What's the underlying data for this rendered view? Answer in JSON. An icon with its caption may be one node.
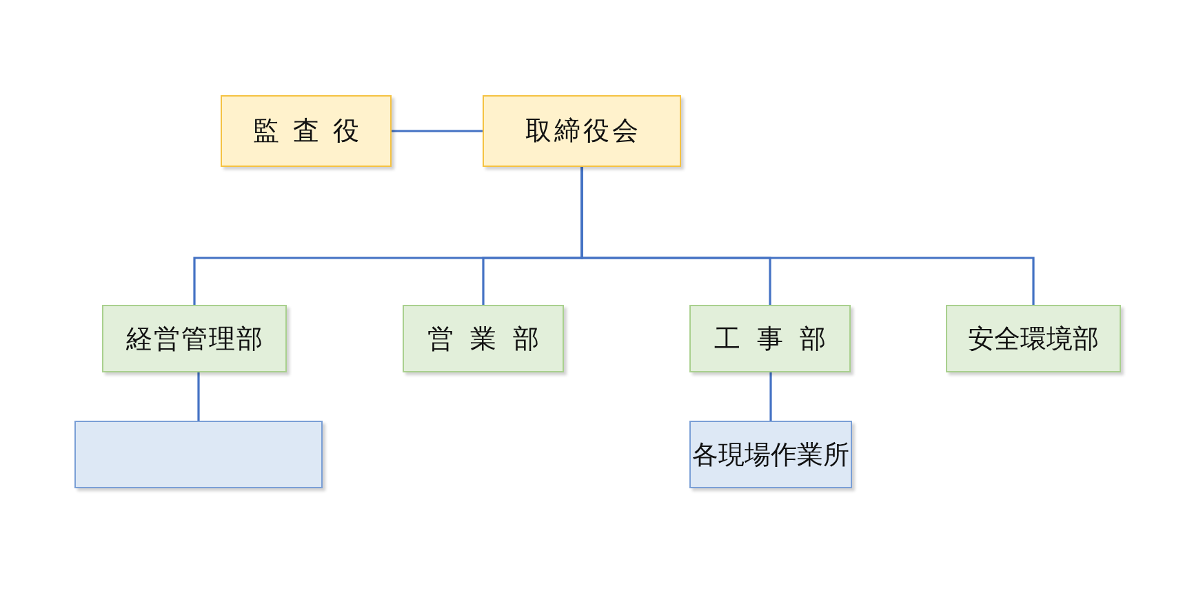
{
  "diagram": {
    "nodes": [
      {
        "text": [
          "監査役"
        ]
      },
      {
        "text": [
          "取締役会"
        ]
      },
      {
        "text": [
          "経営管理部"
        ]
      },
      {
        "text": [
          "営業部"
        ]
      },
      {
        "text": [
          "工事部"
        ]
      },
      {
        "text": [
          "安全環境部"
        ]
      },
      {
        "text": [],
        "shape": "box"
      },
      {
        "text": [
          "各現場作業所"
        ]
      }
    ],
    "edges": [
      {
        "from": 0,
        "to": 1,
        "arrow": "none"
      },
      {
        "from": 1,
        "to": 2,
        "arrow": "none"
      },
      {
        "from": 1,
        "to": 3,
        "arrow": "none"
      },
      {
        "from": 1,
        "to": 4,
        "arrow": "none"
      },
      {
        "from": 1,
        "to": 5,
        "arrow": "none"
      },
      {
        "from": 2,
        "to": 6,
        "arrow": "none"
      },
      {
        "from": 4,
        "to": 7,
        "arrow": "none"
      }
    ]
  }
}
